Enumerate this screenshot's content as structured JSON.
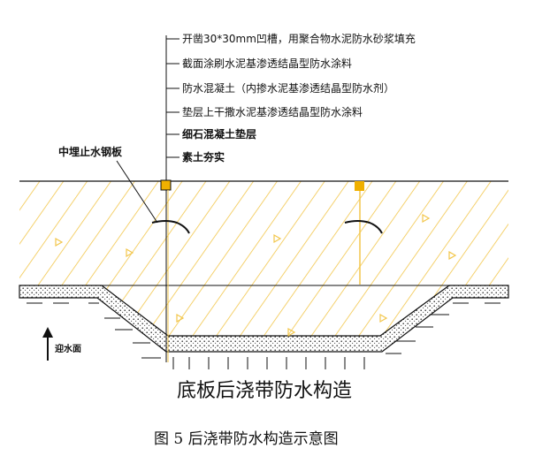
{
  "diagram": {
    "layer_labels": [
      "开凿30*30mm凹槽，用聚合物水泥防水砂浆填充",
      "截面涂刷水泥基渗透结晶型防水涂料",
      "防水混凝土（内掺水泥基渗透结晶型防水剂）",
      "垫层上干撒水泥基渗透结晶型防水涂料",
      "细石混凝土垫层",
      "素土夯实"
    ],
    "steel_plate_label": "中埋止水钢板",
    "water_side_label": "迎水面",
    "title": "底板后浇带防水构造",
    "caption": "图 5  后浇带防水构造示意图",
    "colors": {
      "hatch": "#f2c64a",
      "marker": "#f0b000",
      "line": "#111111"
    }
  }
}
